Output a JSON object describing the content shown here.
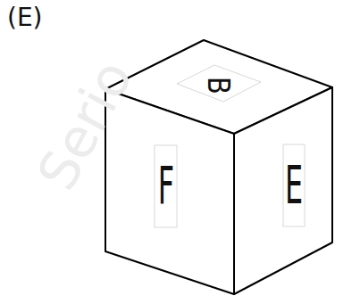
{
  "diagram": {
    "labels": [
      "(E)",
      "Serio",
      "B",
      "F",
      "E"
    ]
  }
}
